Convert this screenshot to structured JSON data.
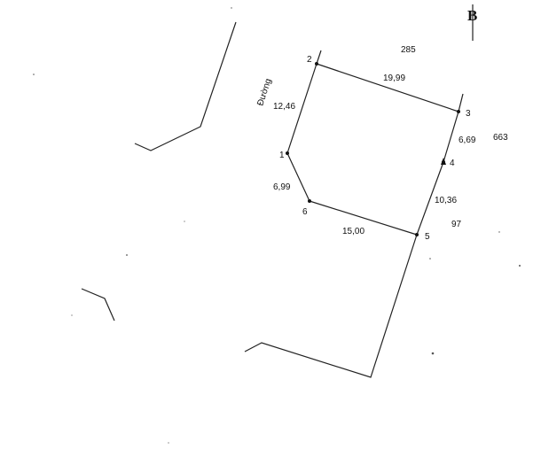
{
  "diagram": {
    "north_label": "B",
    "road_label": "Đường",
    "parcel_numbers": [
      "285",
      "663",
      "97"
    ],
    "vertices": [
      {
        "id": "1",
        "label": "1"
      },
      {
        "id": "2",
        "label": "2"
      },
      {
        "id": "3",
        "label": "3"
      },
      {
        "id": "4",
        "label": "4"
      },
      {
        "id": "5",
        "label": "5"
      },
      {
        "id": "6",
        "label": "6"
      }
    ],
    "edges": [
      {
        "from": "2",
        "to": "3",
        "length": "19,99"
      },
      {
        "from": "1",
        "to": "2",
        "length": "12,46"
      },
      {
        "from": "3",
        "to": "4",
        "length": "6,69"
      },
      {
        "from": "4",
        "to": "5",
        "length": "10,36"
      },
      {
        "from": "6",
        "to": "5",
        "length": "15,00"
      },
      {
        "from": "1",
        "to": "6",
        "length": "6,99"
      }
    ]
  }
}
